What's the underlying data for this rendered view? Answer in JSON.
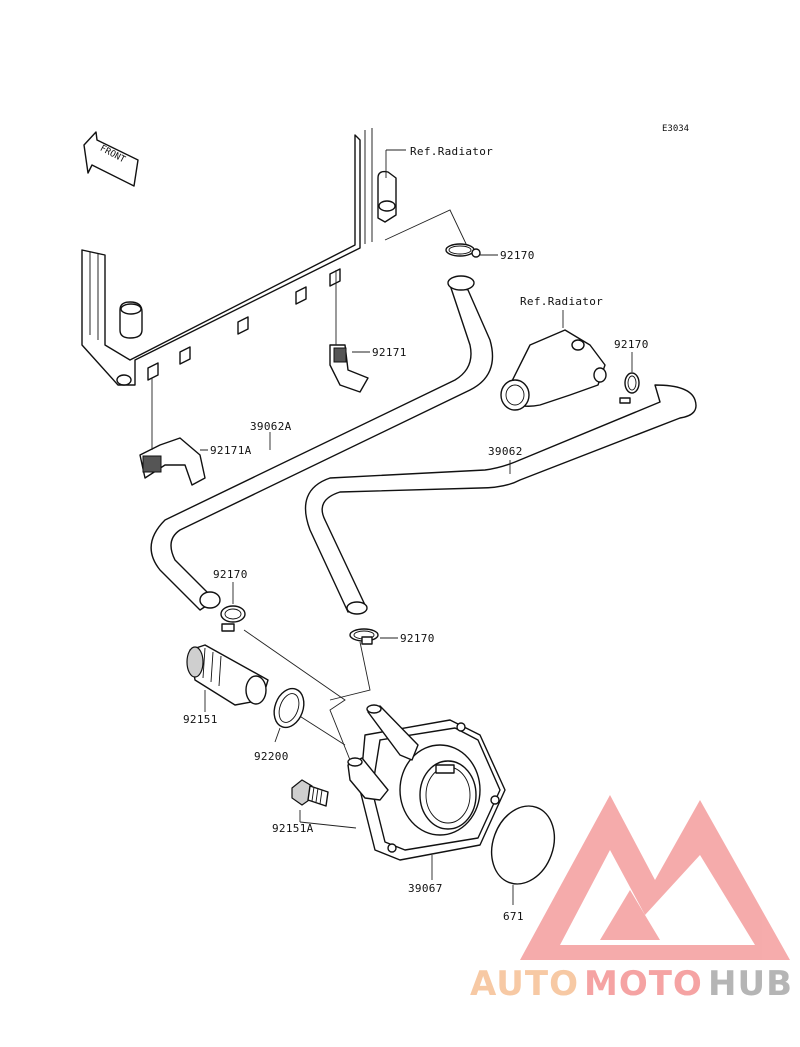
{
  "diagram": {
    "code": "E3034",
    "front_label": "FRONT",
    "ref_radiator_top": "Ref.Radiator",
    "ref_radiator_right": "Ref.Radiator",
    "labels": {
      "p92170_a": "92170",
      "p92171": "92171",
      "p92170_b": "92170",
      "p39062a": "39062A",
      "p92171a": "92171A",
      "p39062": "39062",
      "p92170_c": "92170",
      "p92170_d": "92170",
      "p92151": "92151",
      "p92200": "92200",
      "p92151a": "92151A",
      "p39067": "39067",
      "p671": "671"
    }
  },
  "watermark": {
    "part1": "AUTO",
    "part2": "MOTO",
    "part3": "HUB",
    "color_light": "#f7c9a4",
    "color_red": "#f5a3a3",
    "color_gray": "#b5b5b5"
  }
}
